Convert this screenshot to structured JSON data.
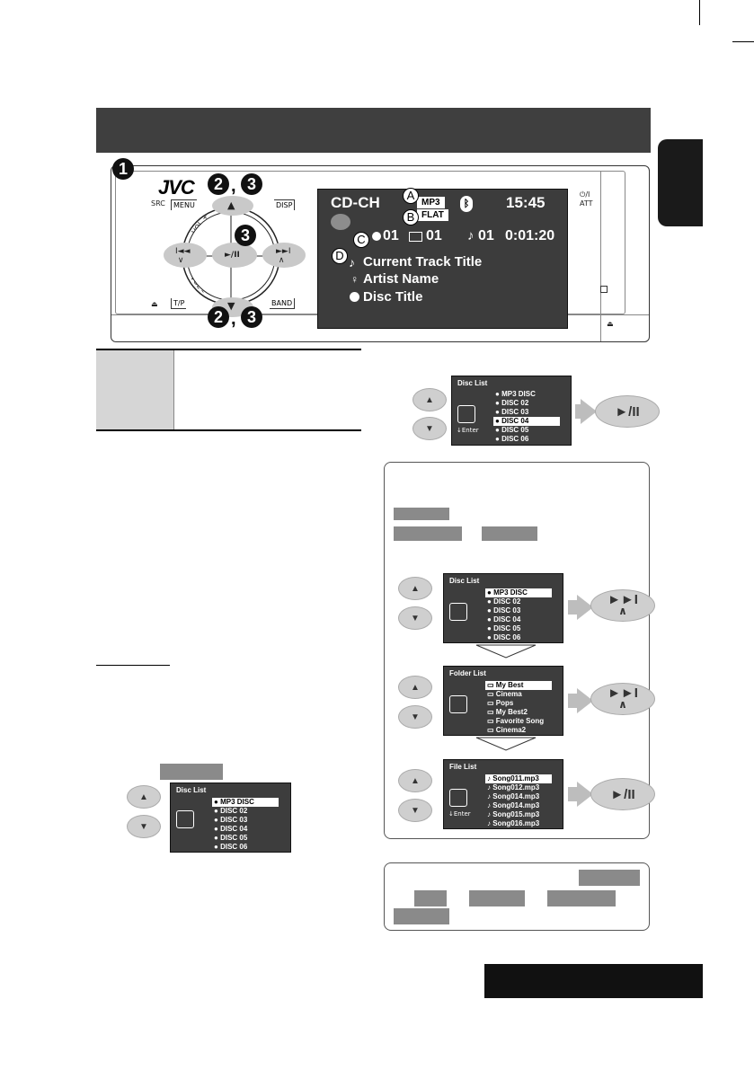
{
  "device": {
    "brand": "JVC",
    "labels": {
      "src": "SRC",
      "menu": "MENU",
      "disp": "DISP",
      "tp": "T/P",
      "band": "BAND",
      "vol_plus": "VOL +",
      "vol_minus": "VOL –",
      "power": "⏻/I",
      "att": "ATT"
    },
    "callouts": {
      "one": "1",
      "two": "2",
      "three": "3",
      "comma": ","
    },
    "screen": {
      "source": "CD-CH",
      "format": "MP3",
      "eq": "FLAT",
      "clock": "15:45",
      "disc": "01",
      "folder": "01",
      "track": "01",
      "time": "0:01:20",
      "track_title": "Current Track Title",
      "artist": "Artist Name",
      "disc_title": "Disc Title"
    },
    "letters": {
      "a": "A",
      "b": "B",
      "c": "C",
      "d": "D"
    }
  },
  "disc_list": {
    "title": "Disc List",
    "items": [
      "MP3 DISC",
      "DISC 02",
      "DISC 03",
      "DISC 04",
      "DISC 05",
      "DISC 06"
    ],
    "enter": "Enter"
  },
  "folder_list": {
    "title": "Folder List",
    "items": [
      "My Best",
      "Cinema",
      "Pops",
      "My Best2",
      "Favorite Song",
      "Cinema2"
    ]
  },
  "file_list": {
    "title": "File List",
    "items": [
      "Song011.mp3",
      "Song012.mp3",
      "Song014.mp3",
      "Song014.mp3",
      "Song015.mp3",
      "Song016.mp3"
    ],
    "enter": "Enter"
  },
  "buttons": {
    "play_pause": "►/II",
    "next": "►►I",
    "up": "▲",
    "down": "▼"
  }
}
